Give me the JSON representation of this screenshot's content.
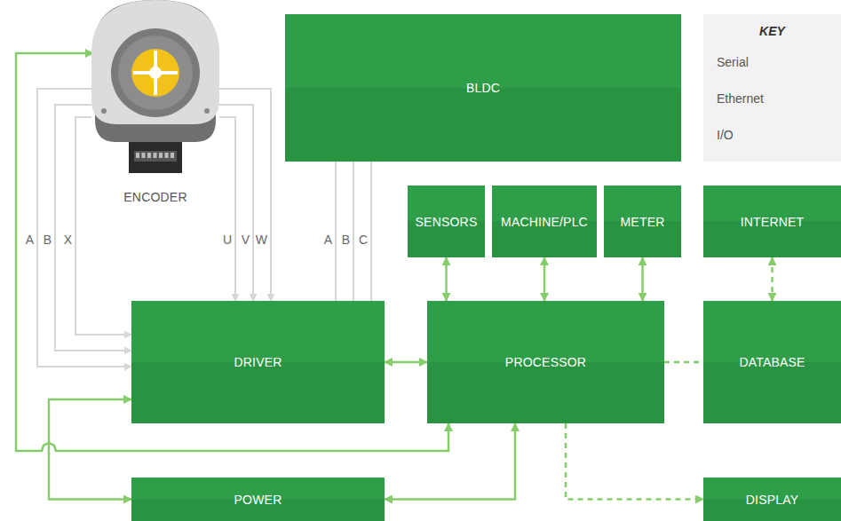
{
  "diagram": {
    "nodes": [
      {
        "text": [
          "ENCODER"
        ]
      },
      {
        "text": [
          "BLDC"
        ]
      },
      {
        "text": [
          "SENSORS"
        ]
      },
      {
        "text": [
          "MACHINE/PLC"
        ]
      },
      {
        "text": [
          "METER"
        ]
      },
      {
        "text": [
          "INTERNET"
        ]
      },
      {
        "text": [
          "DRIVER"
        ]
      },
      {
        "text": [
          "PROCESSOR"
        ]
      },
      {
        "text": [
          "DATABASE"
        ]
      },
      {
        "text": [
          "POWER"
        ]
      },
      {
        "text": [
          "DISPLAY"
        ]
      }
    ],
    "edges": [
      {
        "from": 0,
        "to": 6,
        "label": "A",
        "arrow": "to"
      },
      {
        "from": 0,
        "to": 6,
        "label": "B",
        "arrow": "to"
      },
      {
        "from": 0,
        "to": 6,
        "label": "X",
        "arrow": "to"
      },
      {
        "from": 0,
        "to": 6,
        "label": "U",
        "arrow": "to"
      },
      {
        "from": 0,
        "to": 6,
        "label": "V",
        "arrow": "to"
      },
      {
        "from": 0,
        "to": 6,
        "label": "W",
        "arrow": "to"
      },
      {
        "from": 1,
        "to": 6,
        "label": "A",
        "arrow": "none"
      },
      {
        "from": 1,
        "to": 6,
        "label": "B",
        "arrow": "none"
      },
      {
        "from": 1,
        "to": 6,
        "label": "C",
        "arrow": "none"
      },
      {
        "from": 6,
        "to": 7,
        "arrow": "both"
      },
      {
        "from": 2,
        "to": 7,
        "arrow": "both"
      },
      {
        "from": 3,
        "to": 7,
        "arrow": "both"
      },
      {
        "from": 4,
        "to": 7,
        "arrow": "both"
      },
      {
        "from": 5,
        "to": 8,
        "arrow": "both"
      },
      {
        "from": 7,
        "to": 8,
        "arrow": "none"
      },
      {
        "from": 7,
        "to": 10,
        "arrow": "to"
      },
      {
        "from": 0,
        "to": 7,
        "arrow": "both"
      },
      {
        "from": 6,
        "to": 9,
        "arrow": "both"
      },
      {
        "from": 9,
        "to": 7,
        "arrow": "both"
      }
    ],
    "labels": [
      "KEY"
    ],
    "legend": [
      {
        "text": "Serial"
      },
      {
        "text": "Ethernet"
      },
      {
        "text": "I/O"
      }
    ]
  }
}
